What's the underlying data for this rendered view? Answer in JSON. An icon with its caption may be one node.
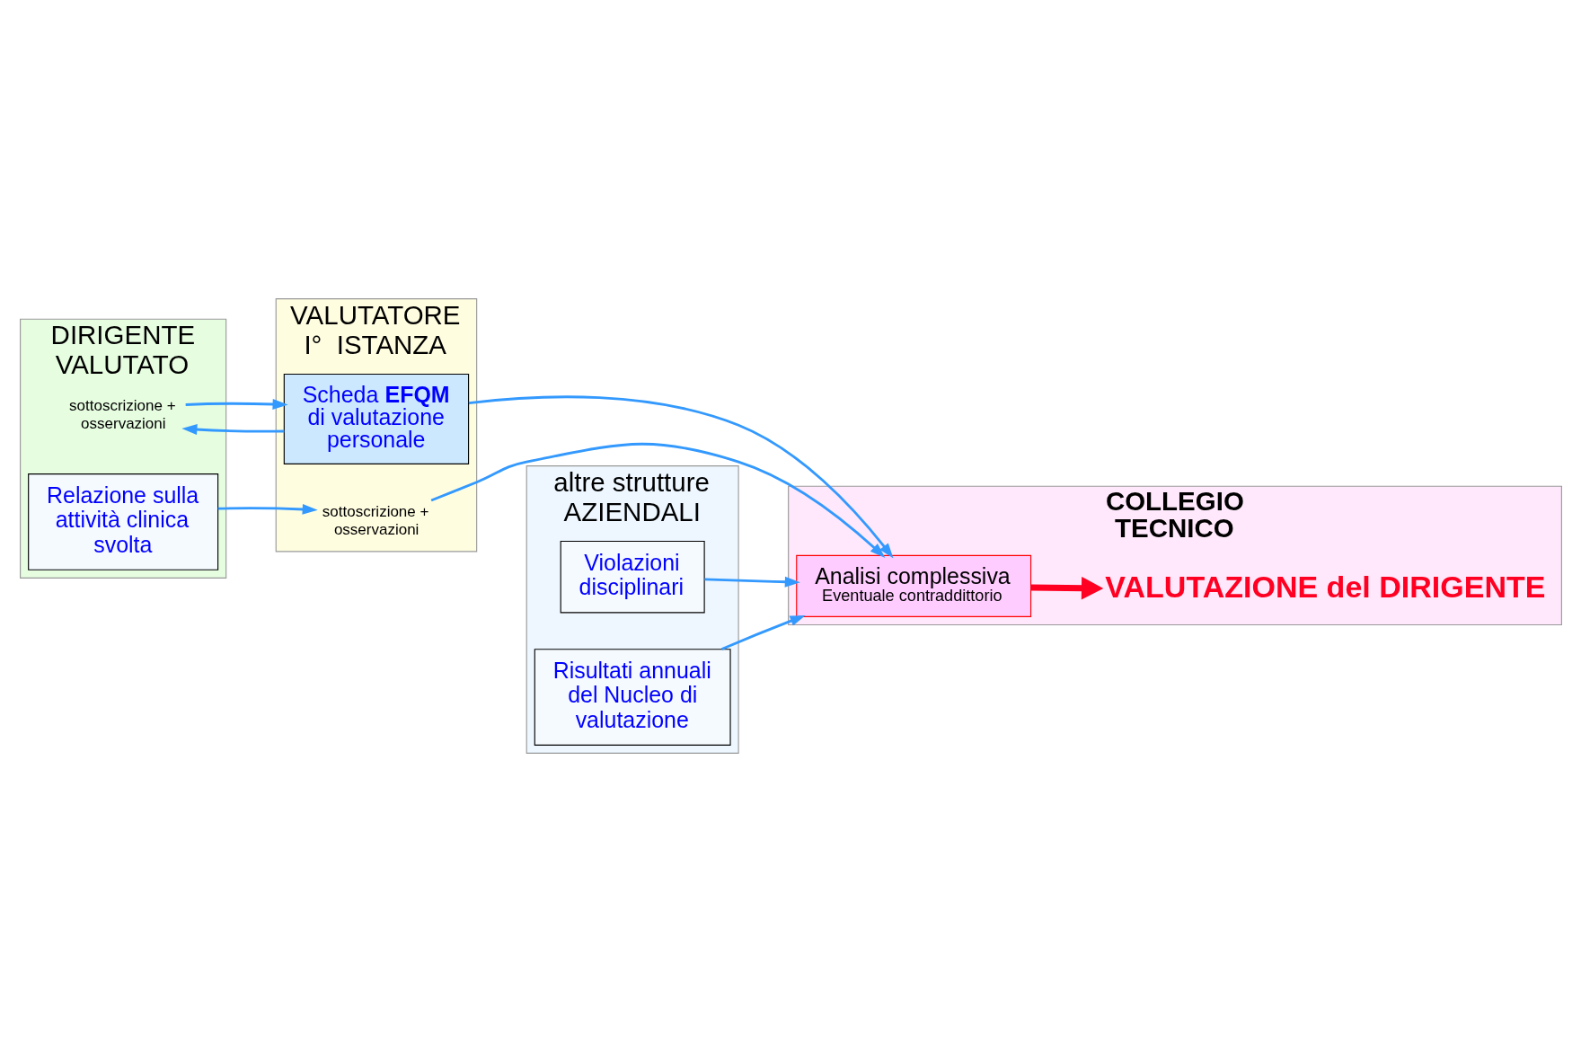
{
  "diagram": {
    "nodes": [
      {
        "text": [
          "DIRIGENTE VALUTATO"
        ]
      },
      {
        "text": [
          "VALUTATORE I°  ISTANZA"
        ]
      },
      {
        "text": [
          "altre strutture AZIENDALI"
        ]
      },
      {
        "text": [
          "COLLEGIO TECNICO"
        ]
      },
      {
        "text": [
          "Relazione sulla attività clinica svolta"
        ],
        "in": 0
      },
      {
        "text": [
          "sottoscrizione + osservazioni"
        ],
        "in": 1
      },
      {
        "text": [
          "Scheda **EFQM** di valutazione personale"
        ],
        "in": 1
      },
      {
        "text": [
          "sottoscrizione + osservazioni"
        ],
        "in": 0
      },
      {
        "text": [
          "Risultati annuali del Nucleo di valutazione"
        ],
        "in": 2
      },
      {
        "text": [
          "Violazioni disciplinari"
        ],
        "in": 2
      },
      {
        "text": [
          "Analisi complessiva",
          "Eventuale contraddittorio"
        ],
        "in": 3
      },
      {
        "text": [
          "VALUTAZIONE del DIRIGENTE"
        ],
        "in": 3
      }
    ],
    "edges": [
      {
        "from": 4,
        "to": 5,
        "arrow": "to"
      },
      {
        "from": 5,
        "to": 10,
        "arrow": "to"
      },
      {
        "from": 6,
        "to": 7,
        "arrow": "to"
      },
      {
        "from": 7,
        "to": 6,
        "arrow": "to"
      },
      {
        "from": 6,
        "to": 10,
        "arrow": "to"
      },
      {
        "from": 8,
        "to": 10,
        "arrow": "to"
      },
      {
        "from": 9,
        "to": 10,
        "arrow": "to"
      },
      {
        "from": 10,
        "to": 11,
        "arrow": "to",
        "style": "thick",
        "color": "#ff0022"
      }
    ]
  }
}
